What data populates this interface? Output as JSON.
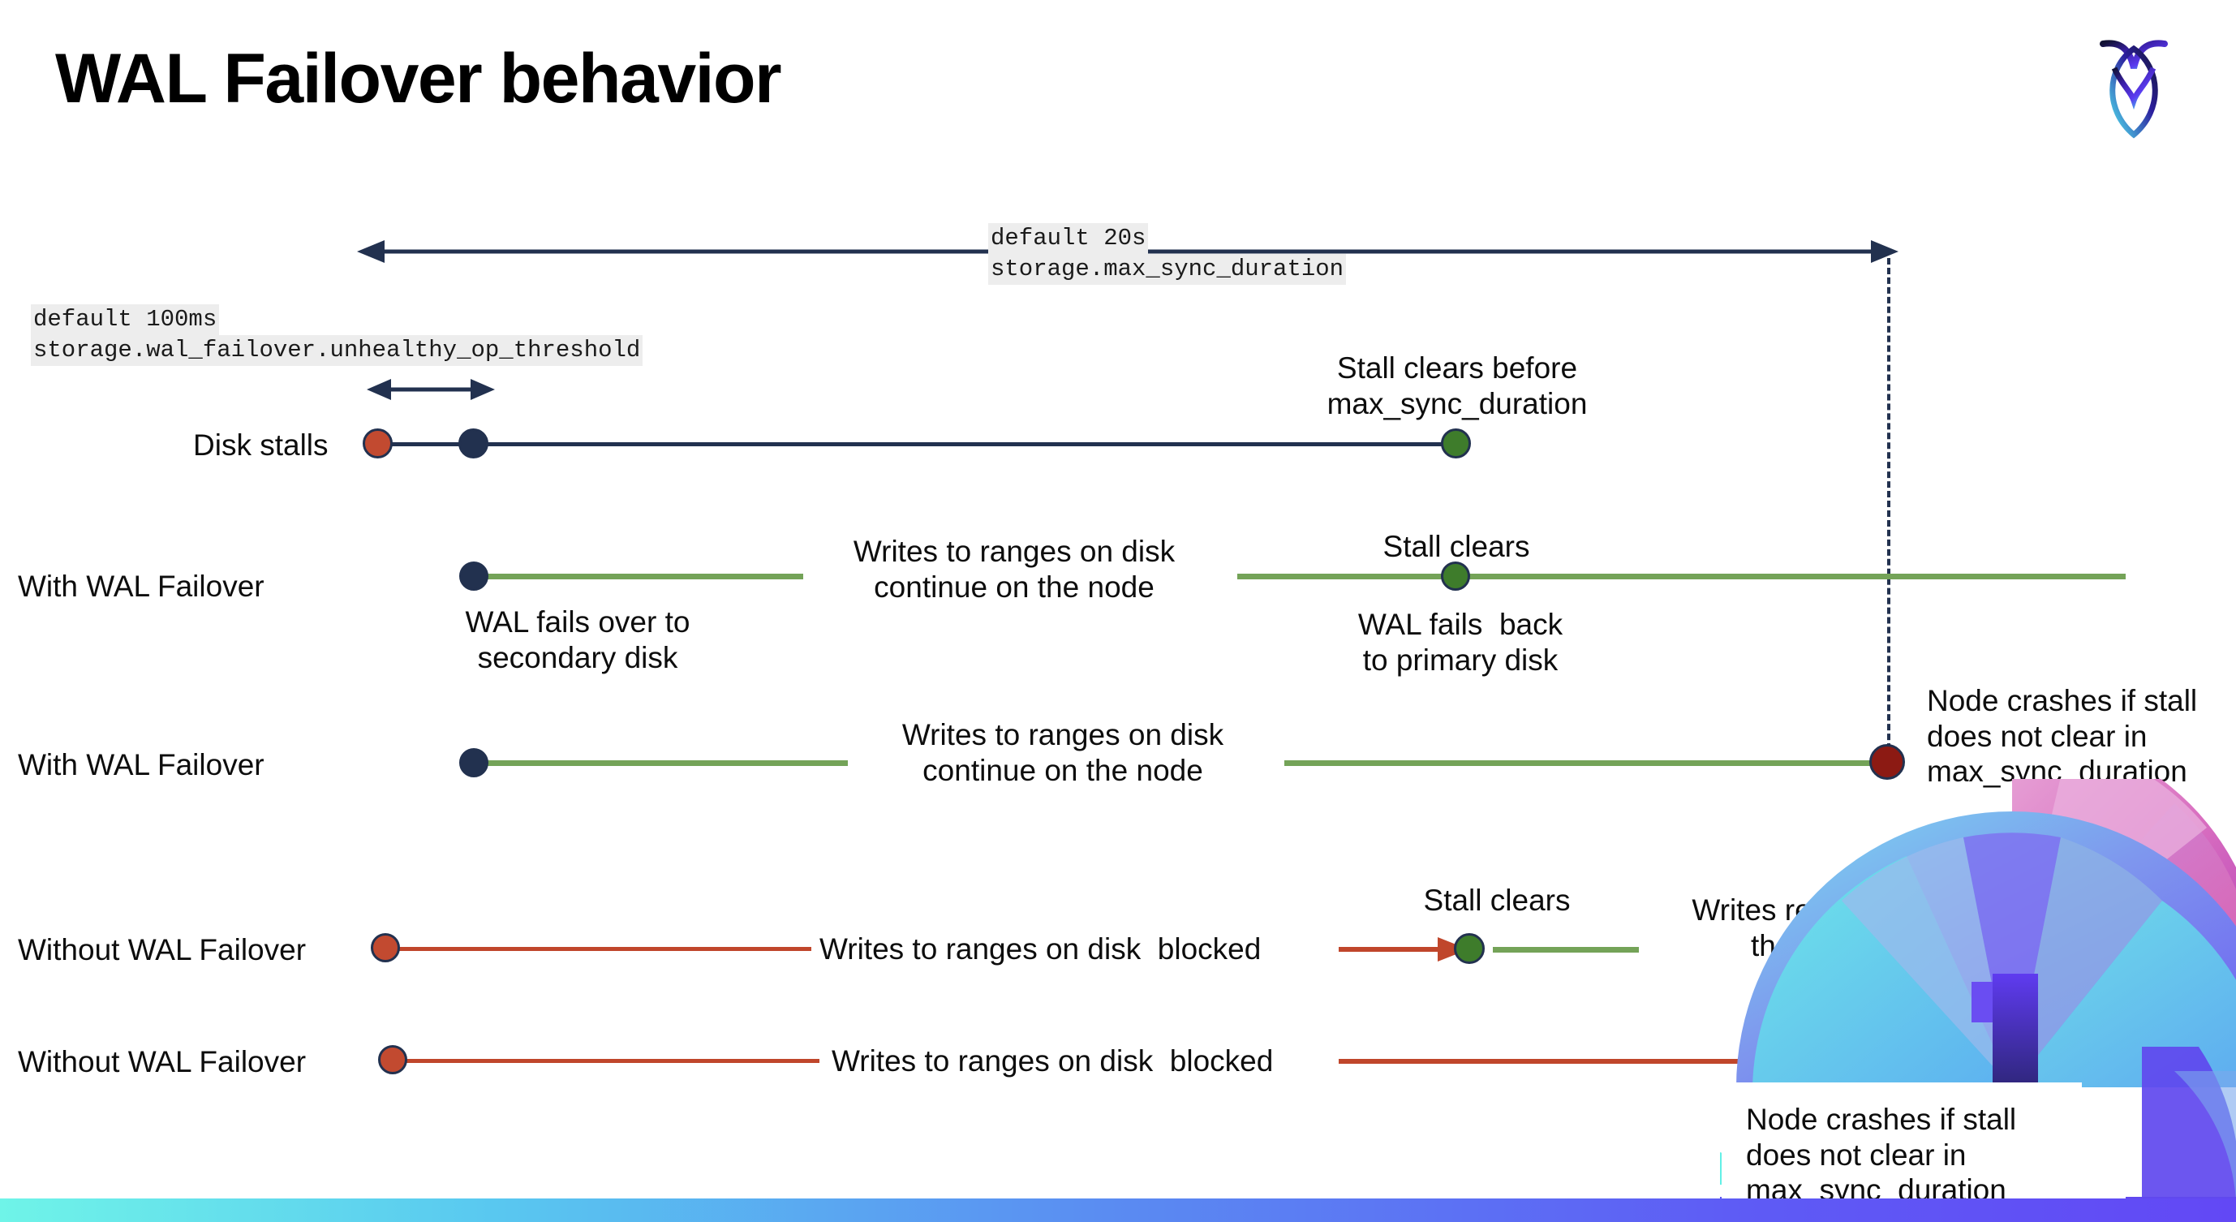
{
  "slide": {
    "title": "WAL Failover behavior",
    "logo_icon": "cockroach-labs-logo-icon"
  },
  "colors": {
    "navy": "#22314f",
    "orange": "#C24A30",
    "green_dot": "#3E7C2B",
    "green_line": "#74A358",
    "red_line": "#C0462B",
    "dark_red": "#8C1A13",
    "code_bg": "#ededed",
    "bottom_bar_start": "#6FF4E8",
    "bottom_bar_end": "#6248F5"
  },
  "annotations": {
    "max_sync": {
      "default": "default 20s",
      "setting": "storage.max_sync_duration"
    },
    "unhealthy_op": {
      "default": "default 100ms",
      "setting": "storage.wal_failover.unhealthy_op_threshold"
    }
  },
  "rows": [
    {
      "id": "disk-stalls",
      "label": "Disk stalls",
      "notes": [
        {
          "id": "stall-clears-before",
          "text": "Stall clears before\nmax_sync_duration"
        }
      ]
    },
    {
      "id": "with-wal-failover-1",
      "label": "With WAL Failover",
      "notes": [
        {
          "id": "writes-continue",
          "text": "Writes to ranges on disk\ncontinue on the node"
        },
        {
          "id": "stall-clears",
          "text": "Stall clears"
        },
        {
          "id": "wal-fails-over",
          "text": "WAL fails over to\nsecondary disk"
        },
        {
          "id": "wal-fails-back",
          "text": "WAL fails  back\nto primary disk"
        }
      ]
    },
    {
      "id": "with-wal-failover-2",
      "label": "With WAL Failover",
      "notes": [
        {
          "id": "writes-continue-2",
          "text": "Writes to ranges on disk\ncontinue on the node"
        },
        {
          "id": "node-crashes-1",
          "text": "Node crashes if stall\ndoes not clear in\nmax_sync_duration"
        }
      ]
    },
    {
      "id": "without-wal-failover-1",
      "label": "Without WAL Failover",
      "notes": [
        {
          "id": "writes-blocked-1",
          "text": "Writes to ranges on disk  blocked"
        },
        {
          "id": "stall-clears-2",
          "text": "Stall clears"
        },
        {
          "id": "writes-resume",
          "text": "Writes resume on\nthe node"
        }
      ]
    },
    {
      "id": "without-wal-failover-2",
      "label": "Without WAL Failover",
      "notes": [
        {
          "id": "writes-blocked-2",
          "text": "Writes to ranges on disk  blocked"
        },
        {
          "id": "node-crashes-2",
          "text": "Node crashes if stall\ndoes not clear in\nmax_sync_duration"
        }
      ]
    }
  ]
}
